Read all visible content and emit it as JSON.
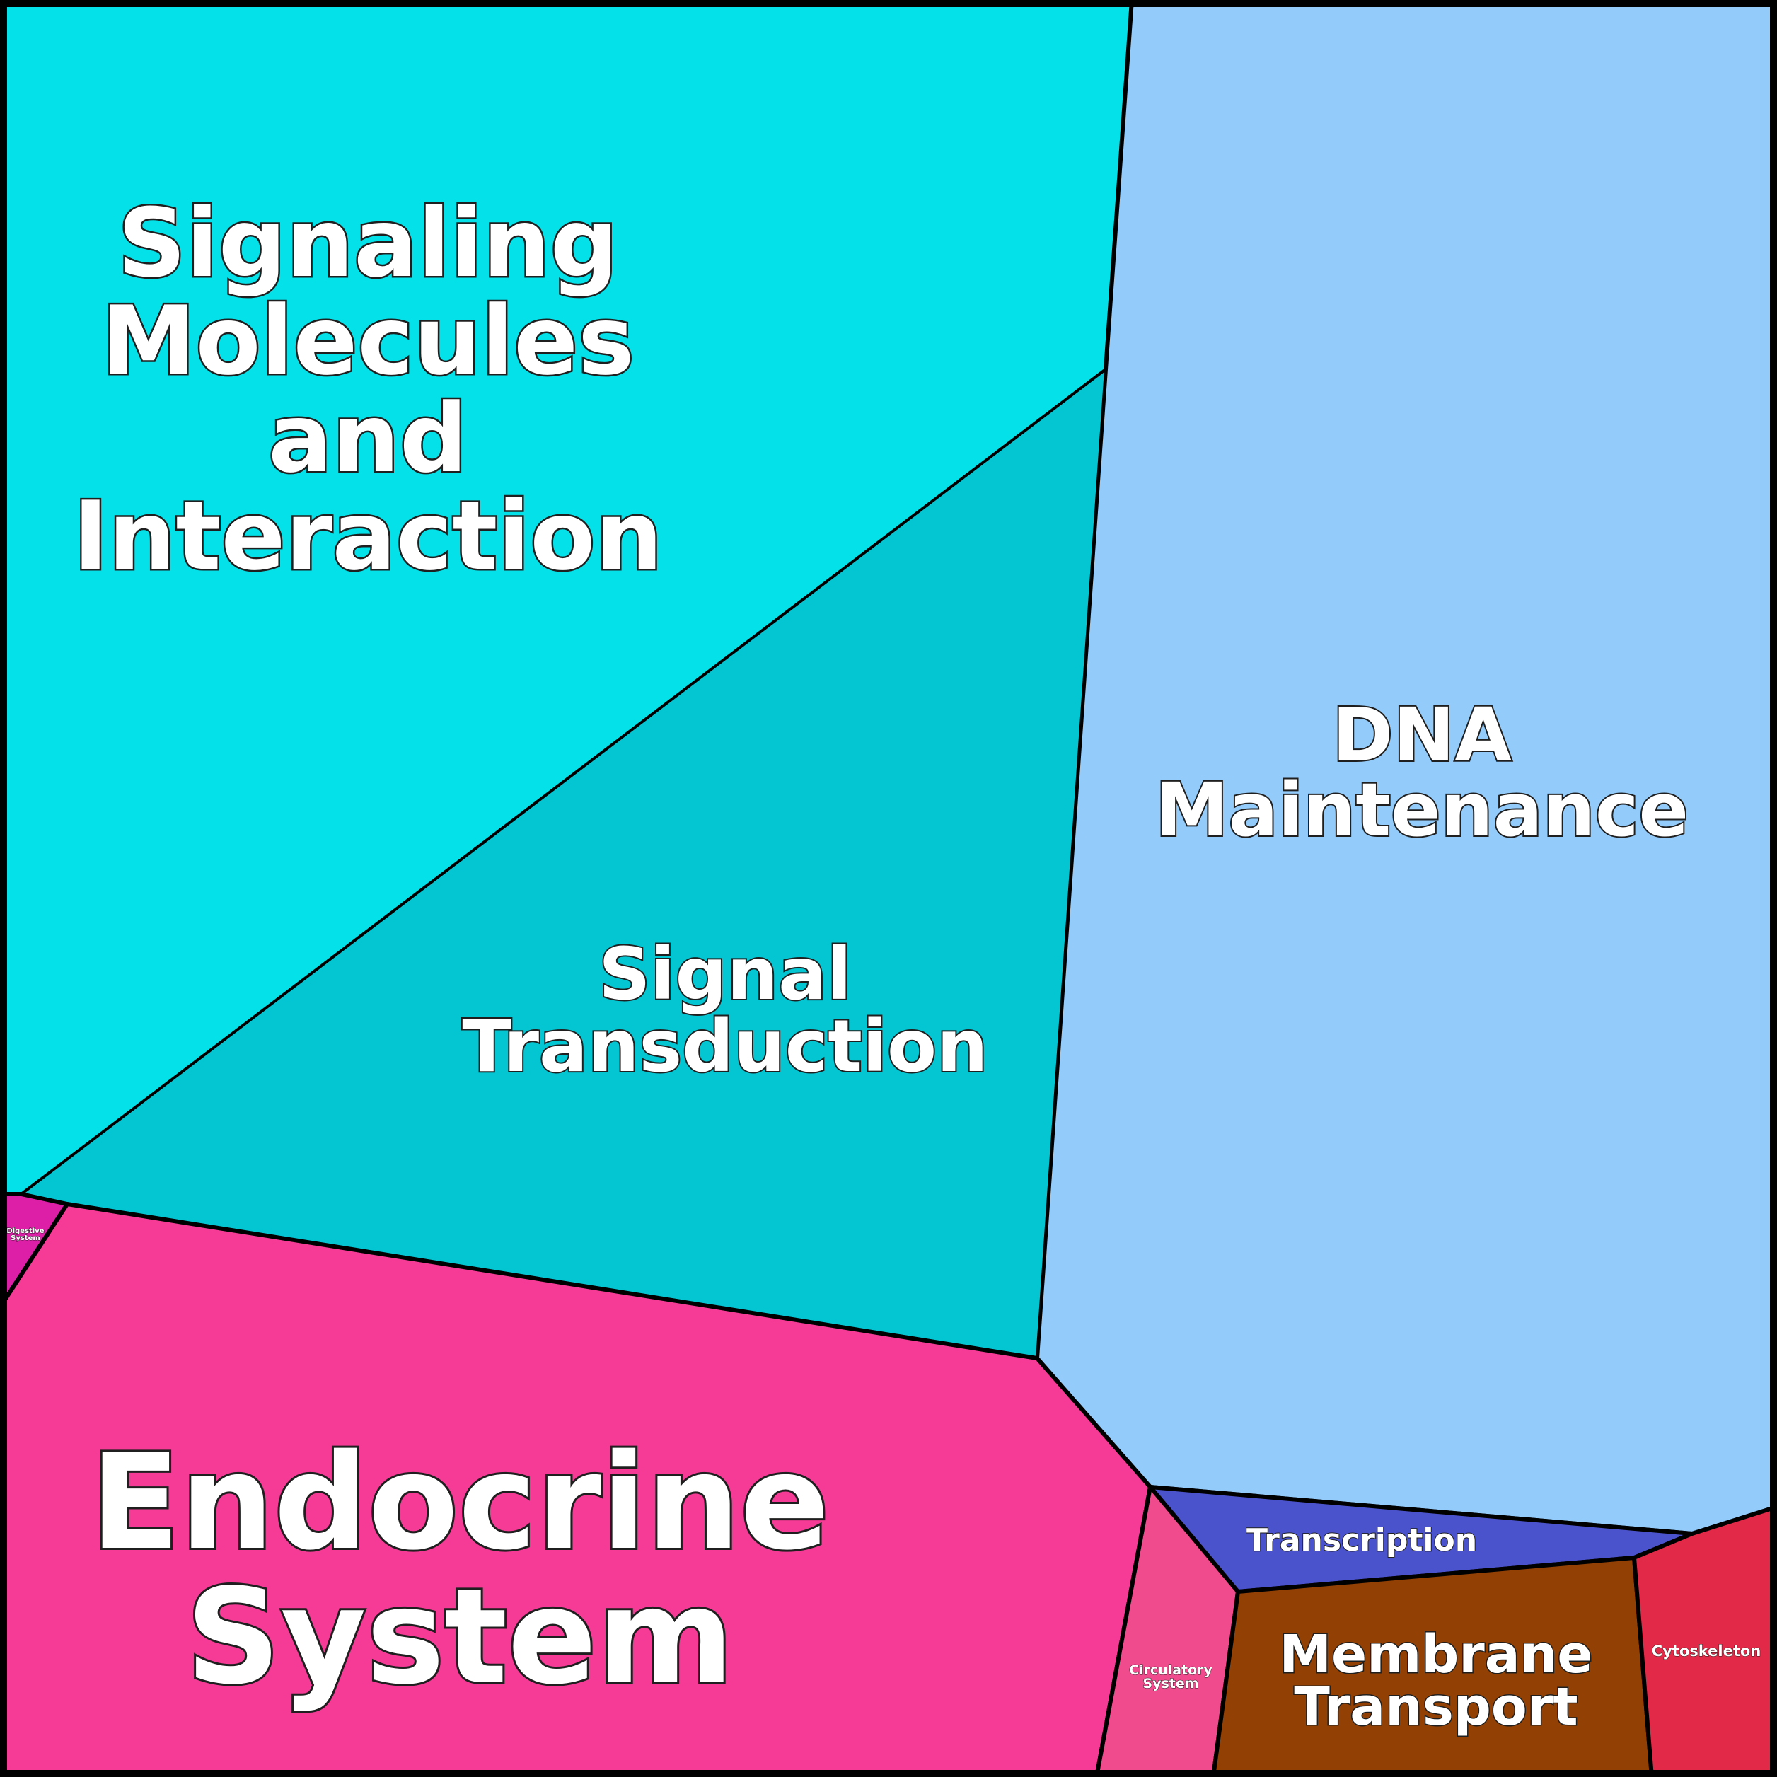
{
  "chart_data": {
    "type": "voronoi-treemap",
    "cells": [
      {
        "label": [
          "Signaling",
          "Molecules",
          "and",
          "Interaction"
        ],
        "color": "#05e1e8"
      },
      {
        "label": [
          "DNA",
          "Maintenance"
        ],
        "color": "#93cbfb"
      },
      {
        "label": [
          "Signal",
          "Transduction"
        ],
        "color": "#04c6d3"
      },
      {
        "label": [
          "Endocrine",
          "System"
        ],
        "color": "#f53b96"
      },
      {
        "label": [
          "Digestive",
          "System"
        ],
        "color": "#dd1fa8"
      },
      {
        "label": [
          "Transcription"
        ],
        "color": "#4b53cc"
      },
      {
        "label": [
          "Circulatory",
          "System"
        ],
        "color": "#f04b8d"
      },
      {
        "label": [
          "Membrane",
          "Transport"
        ],
        "color": "#924004"
      },
      {
        "label": [
          "Cytoskeleton"
        ],
        "color": "#e22a48"
      }
    ]
  }
}
